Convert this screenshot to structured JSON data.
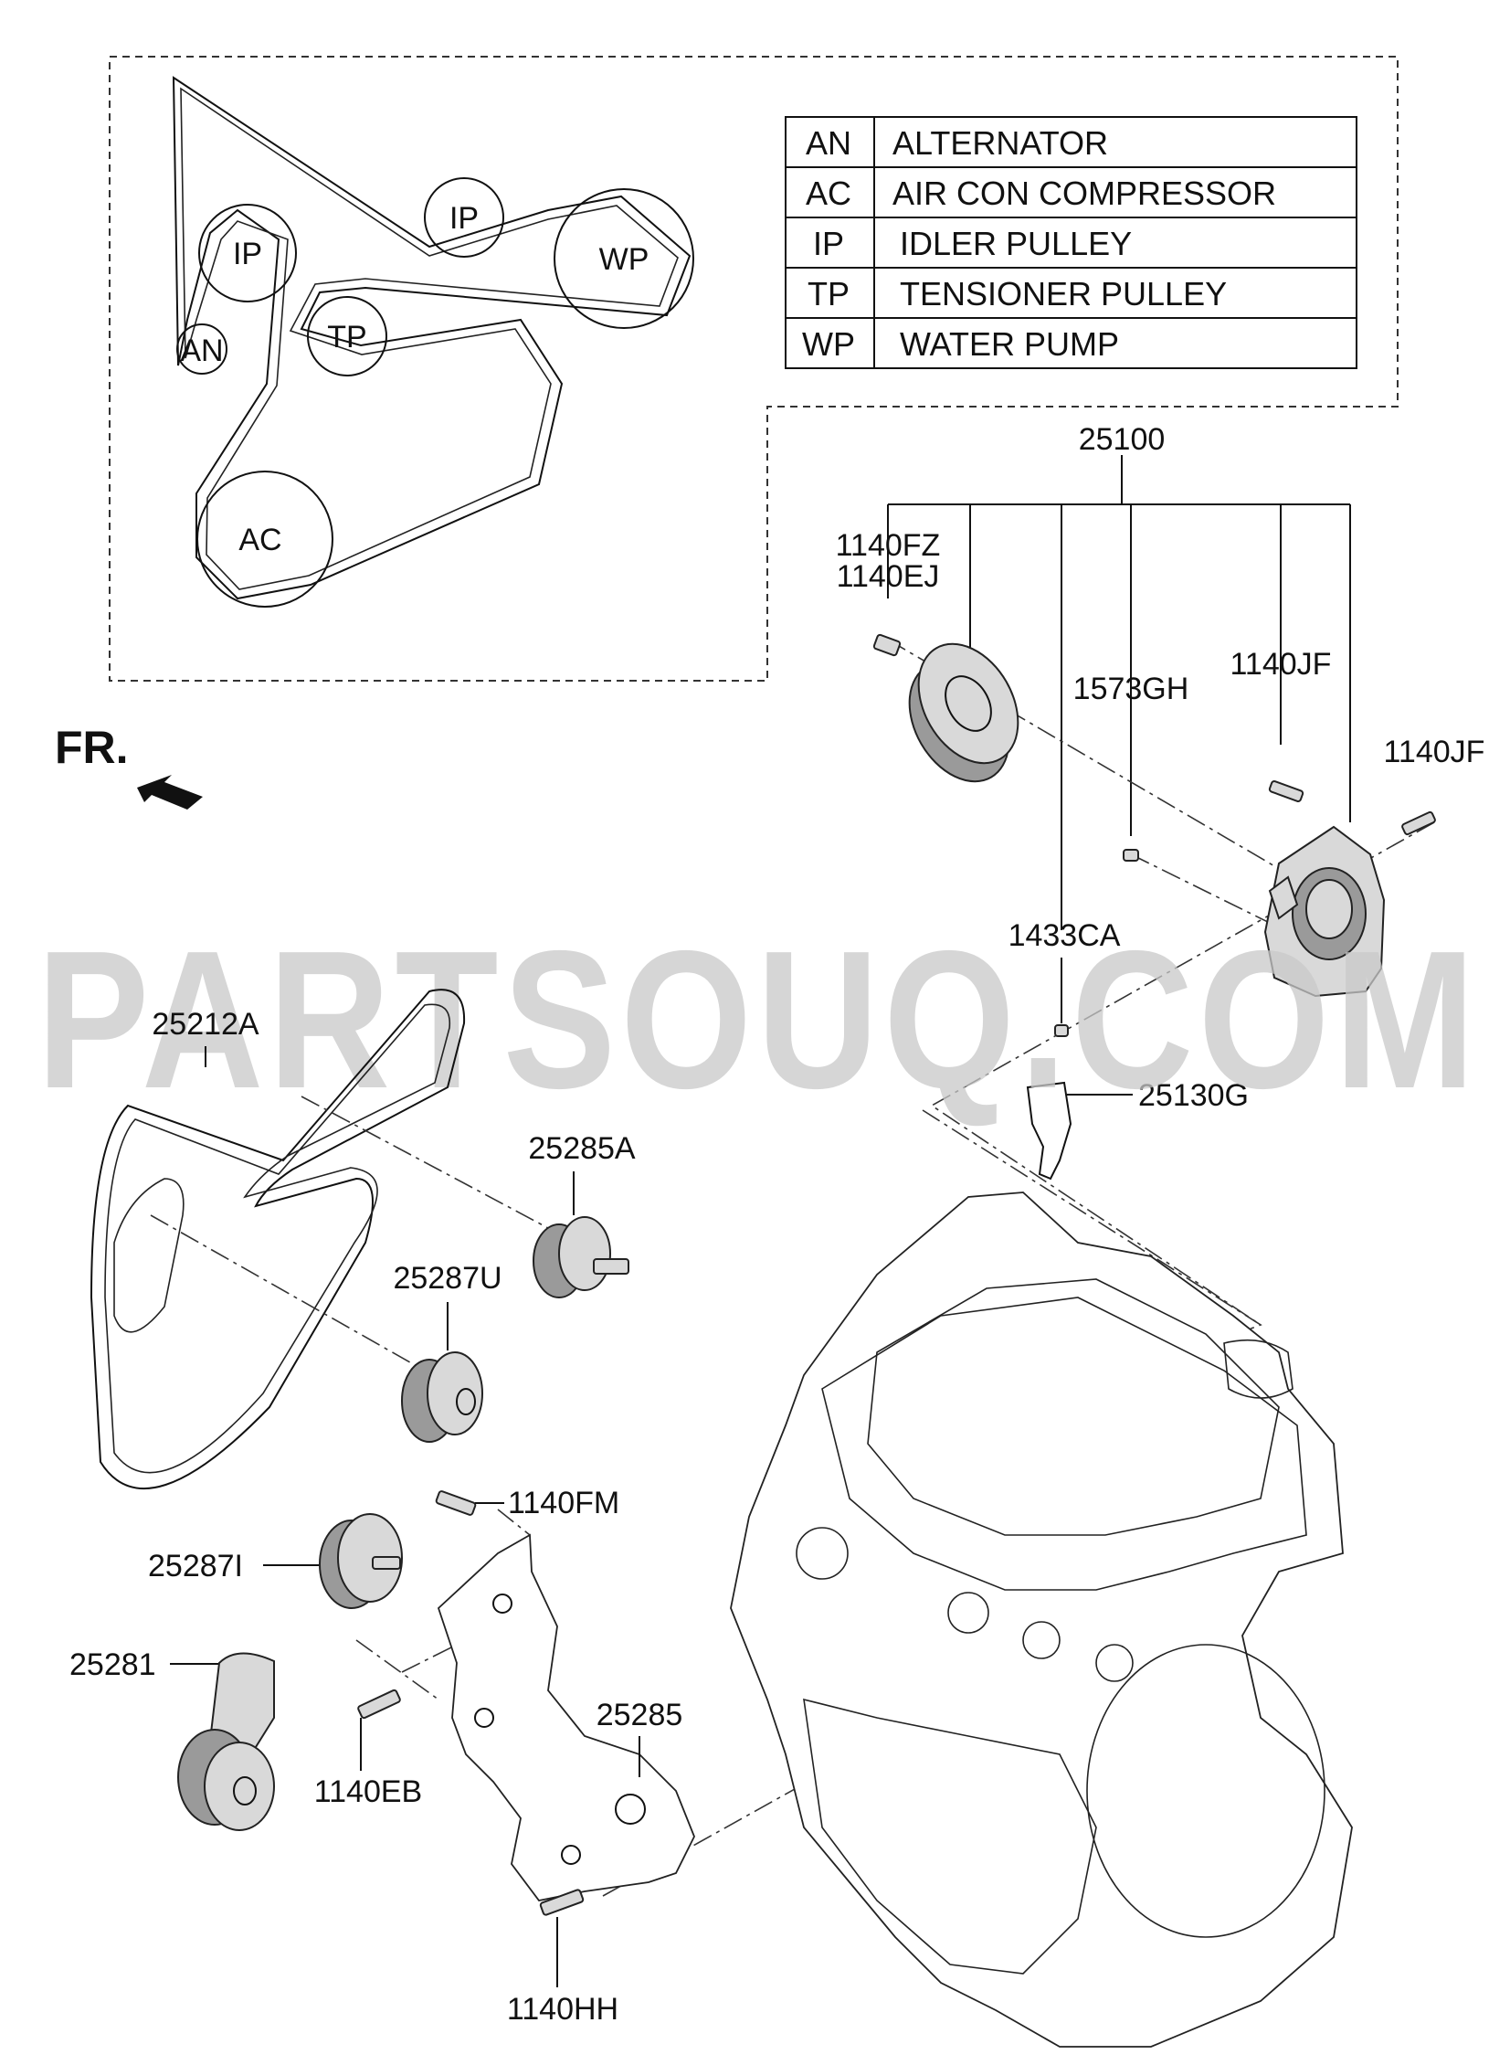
{
  "watermark": "PARTSOUQ.COM",
  "direction_label": "FR.",
  "legend": [
    {
      "code": "AN",
      "name": "ALTERNATOR"
    },
    {
      "code": "AC",
      "name": "AIR CON COMPRESSOR"
    },
    {
      "code": "IP",
      "name": "IDLER PULLEY"
    },
    {
      "code": "TP",
      "name": "TENSIONER PULLEY"
    },
    {
      "code": "WP",
      "name": "WATER PUMP"
    }
  ],
  "belt_routing": {
    "pulleys": [
      "IP",
      "IP",
      "AN",
      "TP",
      "WP",
      "AC"
    ]
  },
  "part_numbers": {
    "water_pump_assy": "25100",
    "bolt_fz": "1140FZ",
    "bolt_ej": "1140EJ",
    "stud_gh": "1573GH",
    "bolt_jf_1": "1140JF",
    "bolt_jf_2": "1140JF",
    "pin_ca": "1433CA",
    "gasket": "25130G",
    "belt": "25212A",
    "pulley_a": "25285A",
    "pulley_u": "25287U",
    "bolt_fm": "1140FM",
    "pulley_i": "25287I",
    "tensioner": "25281",
    "bracket": "25285",
    "bolt_eb": "1140EB",
    "bolt_hh": "1140HH"
  }
}
